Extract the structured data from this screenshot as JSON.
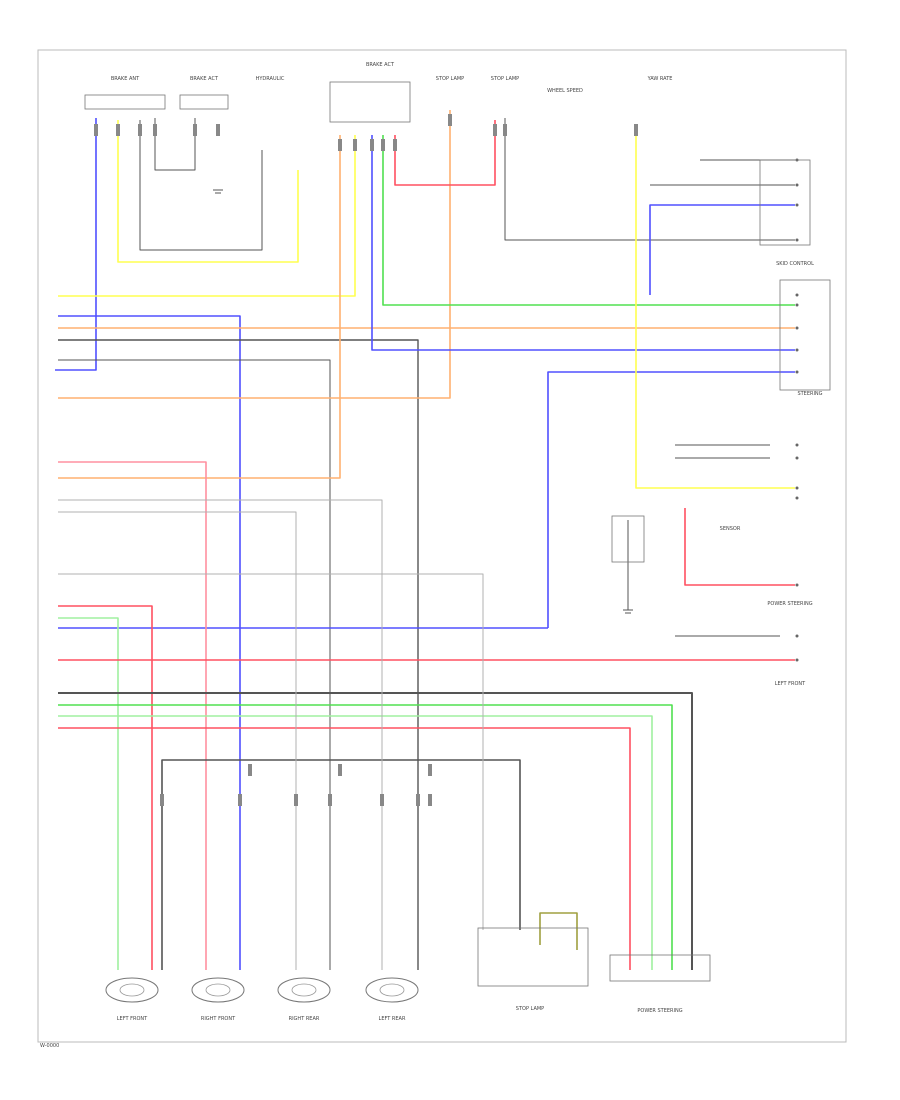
{
  "diagram": {
    "code": "W-0000",
    "colors": {
      "blue": "#5050ff",
      "yellow": "#ffff50",
      "orange": "#ffb070",
      "red": "#ff5060",
      "green": "#50e050",
      "pink": "#ff90a0",
      "black": "#555555",
      "gray": "#b0b0b0",
      "olive": "#a0a040",
      "lightgreen": "#a0f0a0"
    },
    "components": [
      {
        "id": "c1",
        "label": "BRAKE ANT"
      },
      {
        "id": "c2",
        "label": "BRAKE ACT"
      },
      {
        "id": "c3",
        "label": "HYDRAULIC"
      },
      {
        "id": "c4",
        "label": "BRAKE ACT"
      },
      {
        "id": "c5",
        "label": "STOP LAMP"
      },
      {
        "id": "c6",
        "label": "STOP LAMP"
      },
      {
        "id": "c7",
        "label": "WHEEL SPEED"
      },
      {
        "id": "c8",
        "label": "YAW RATE"
      },
      {
        "id": "c9",
        "label": "SKID CONTROL"
      },
      {
        "id": "c10",
        "label": "STEERING"
      },
      {
        "id": "c11",
        "label": "SENSOR"
      },
      {
        "id": "c12",
        "label": "LEFT FRONT"
      },
      {
        "id": "c13",
        "label": "RIGHT FRONT"
      },
      {
        "id": "c14",
        "label": "RIGHT REAR"
      },
      {
        "id": "c15",
        "label": "LEFT REAR"
      },
      {
        "id": "c16",
        "label": "STOP LAMP"
      },
      {
        "id": "c17",
        "label": "POWER STEERING"
      }
    ]
  }
}
